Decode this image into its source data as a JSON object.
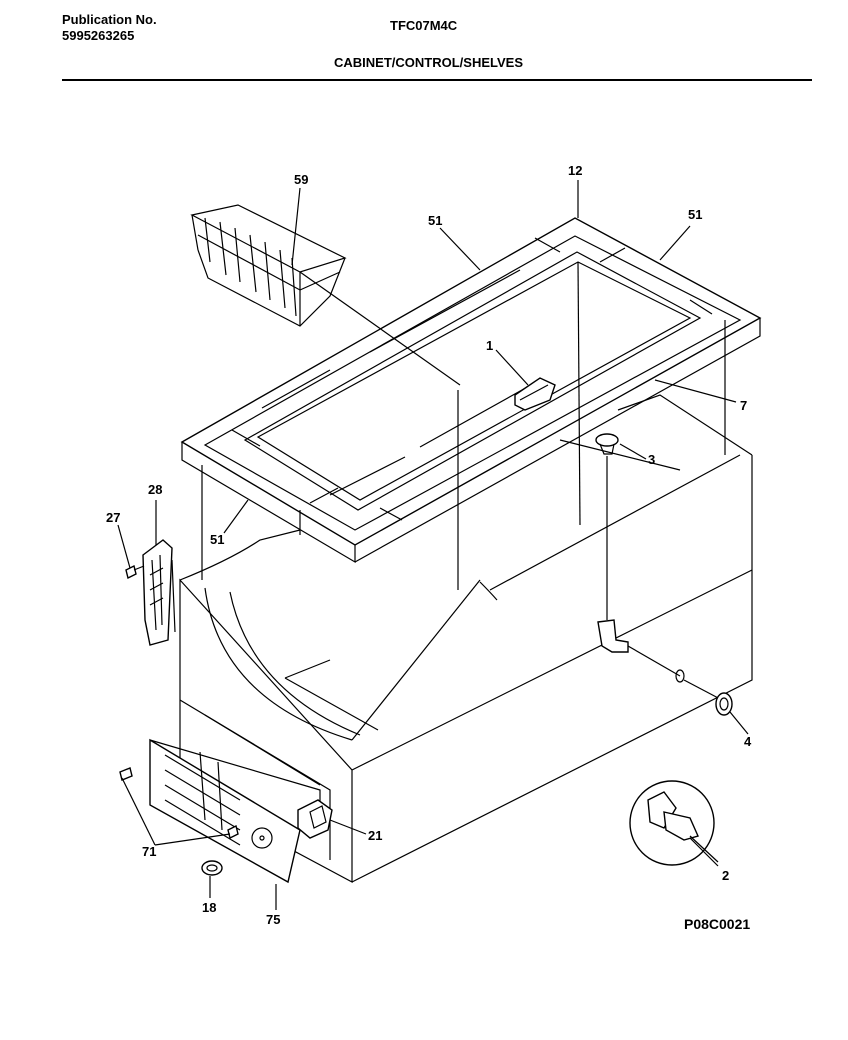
{
  "header": {
    "publication_label": "Publication No.",
    "publication_number": "5995263265",
    "model": "TFC07M4C",
    "section_title": "CABINET/CONTROL/SHELVES"
  },
  "callouts": {
    "gasket_top": "51",
    "gasket_right": "51",
    "gasket_left": "51",
    "lid_corner": "12",
    "basket": "59",
    "lock": "1",
    "liner": "7",
    "drain": "3",
    "hinge": "28",
    "hinge_screw": "27",
    "drain_plug": "4",
    "fitting": "2",
    "control": "21",
    "grille_screws": "71",
    "knob": "18",
    "grille": "75"
  },
  "reference_code": "P08C0021"
}
